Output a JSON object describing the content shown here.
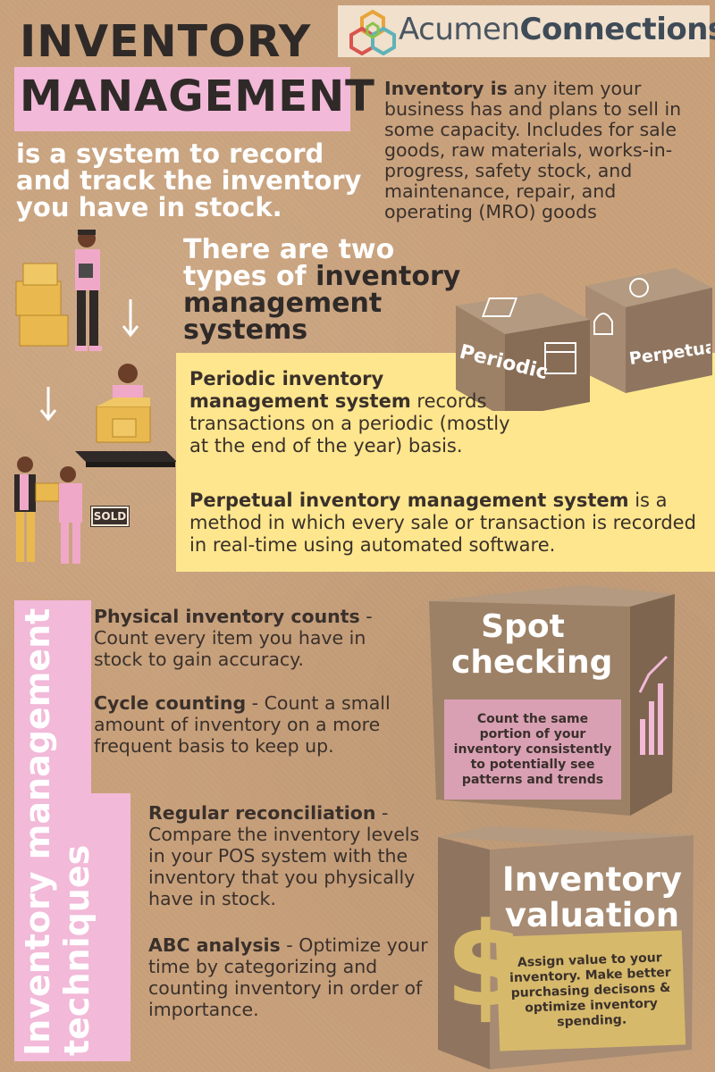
{
  "header": {
    "title_line1": "INVENTORY",
    "title_line2": "MANAGEMENT",
    "subtitle": "is a system to record and track the inventory you have in stock."
  },
  "logo": {
    "brand_light": "Acumen",
    "brand_bold": "Connections",
    "colors": [
      "#e8a43a",
      "#d9544f",
      "#5fb2b8",
      "#8bc34a"
    ]
  },
  "intro": {
    "lead": "Inventory is",
    "body": " any item your business has and plans to sell in some capacity. Includes for sale goods, raw materials, works-in-progress, safety stock, and maintenance, repair, and operating (MRO) goods"
  },
  "types": {
    "heading_light": "There are two types of ",
    "heading_dark": "inventory management systems",
    "cube_labels": {
      "periodic": "Periodic",
      "perpetual": "Perpetual"
    },
    "periodic": {
      "name": "Periodic inventory management system",
      "description": " records transactions on a periodic (mostly at the end of the year) basis."
    },
    "perpetual": {
      "name": "Perpetual inventory management system",
      "description": " is a method in which every sale or transaction is recorded in real-time using automated software."
    }
  },
  "illustration": {
    "sold_tag": "SOLD"
  },
  "techniques": {
    "sidebar_label": "Inventory management techniques",
    "items": [
      {
        "name": "Physical inventory counts",
        "description": " - Count every item you have in stock to gain accuracy."
      },
      {
        "name": "Cycle counting",
        "description": " - Count a small amount of inventory on a more frequent basis to keep up."
      },
      {
        "name": "Regular reconciliation",
        "description": " - Compare the inventory levels in your POS system with the inventory that you physically have in stock."
      },
      {
        "name": "ABC analysis",
        "description": " - Optimize your time by categorizing and counting inventory in order of importance."
      }
    ]
  },
  "cubes": {
    "spot_checking": {
      "title": "Spot checking",
      "note": "Count the same portion of your inventory consistently to potentially see patterns and trends"
    },
    "inventory_valuation": {
      "title": "Inventory valuation",
      "note": "Assign value to your inventory. Make better purchasing decisons & optimize inventory spending."
    }
  },
  "colors": {
    "background": "#c9a27c",
    "pink_accent": "#f2b9d8",
    "yellow_panel": "#fde68d",
    "cube_box": "#9c8166",
    "dark_text": "#2f2a28"
  }
}
